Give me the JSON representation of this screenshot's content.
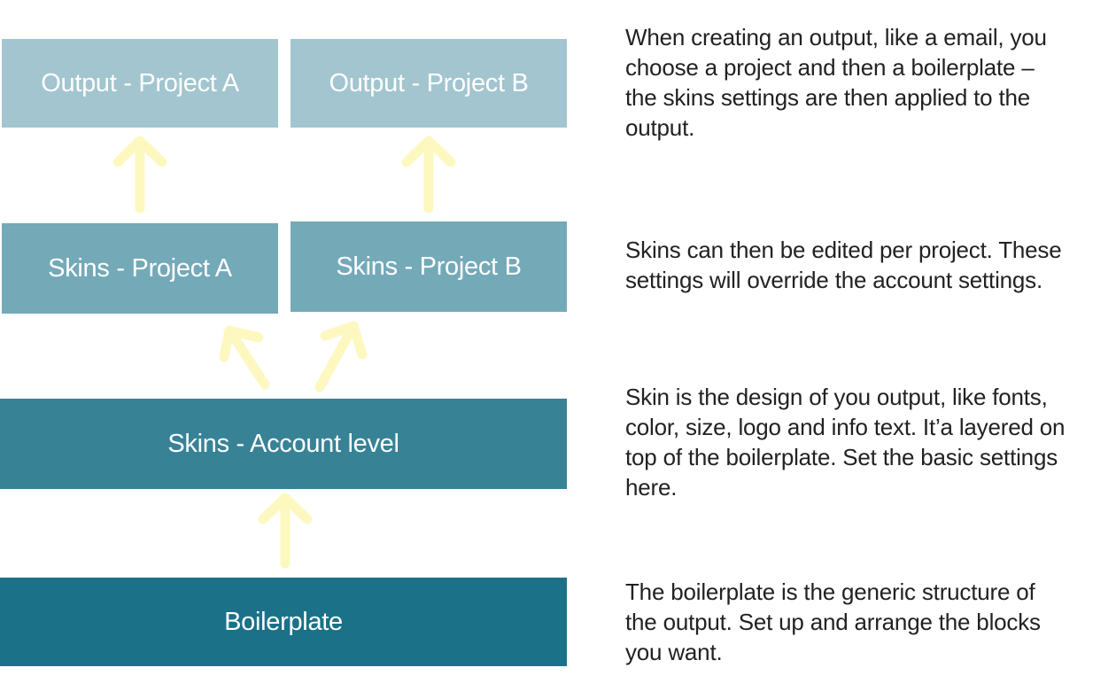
{
  "colors": {
    "output": "#a2c5cf",
    "skins_project": "#74a9b8",
    "skins_account": "#388296",
    "boilerplate": "#1b7188",
    "arrow": "#fdf8c0",
    "text": "#222222"
  },
  "layers": {
    "output_a": "Output - Project A",
    "output_b": "Output - Project B",
    "skins_a": "Skins - Project A",
    "skins_b": "Skins - Project B",
    "skins_account": "Skins - Account level",
    "boilerplate": "Boilerplate"
  },
  "descriptions": {
    "output": "When creating an output, like a email, you\nchoose a project and then a boilerplate –\nthe skins settings are then applied to the\noutput.",
    "skins_project": "Skins can then be edited per project. These\nsettings will override the account settings.",
    "skins_account": "Skin is the design of you output, like fonts,\ncolor, size, logo and info text. It’a layered on\ntop of the boilerplate. Set the basic settings\nhere.",
    "boilerplate": "The boilerplate is the generic structure of\nthe output. Set up and arrange the blocks\nyou want."
  },
  "arrows": [
    {
      "name": "arrow-skins-a-to-output-a",
      "direction": "up"
    },
    {
      "name": "arrow-skins-b-to-output-b",
      "direction": "up"
    },
    {
      "name": "arrow-account-to-skins-a",
      "direction": "up-left"
    },
    {
      "name": "arrow-account-to-skins-b",
      "direction": "up-right"
    },
    {
      "name": "arrow-boilerplate-to-account",
      "direction": "up"
    }
  ]
}
